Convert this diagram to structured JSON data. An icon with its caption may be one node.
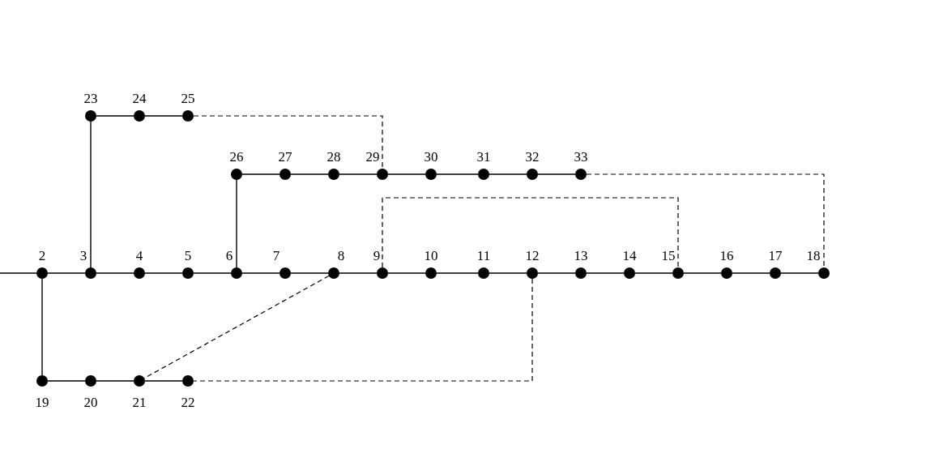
{
  "diagram": {
    "nodes": [
      {
        "text": [
          "2"
        ]
      },
      {
        "text": [
          "3"
        ]
      },
      {
        "text": [
          "4"
        ]
      },
      {
        "text": [
          "5"
        ]
      },
      {
        "text": [
          "6"
        ]
      },
      {
        "text": [
          "7"
        ]
      },
      {
        "text": [
          "8"
        ]
      },
      {
        "text": [
          "9"
        ]
      },
      {
        "text": [
          "10"
        ]
      },
      {
        "text": [
          "11"
        ]
      },
      {
        "text": [
          "12"
        ]
      },
      {
        "text": [
          "13"
        ]
      },
      {
        "text": [
          "14"
        ]
      },
      {
        "text": [
          "15"
        ]
      },
      {
        "text": [
          "16"
        ]
      },
      {
        "text": [
          "17"
        ]
      },
      {
        "text": [
          "18"
        ]
      },
      {
        "text": [
          "19"
        ]
      },
      {
        "text": [
          "20"
        ]
      },
      {
        "text": [
          "21"
        ]
      },
      {
        "text": [
          "22"
        ]
      },
      {
        "text": [
          "23"
        ]
      },
      {
        "text": [
          "24"
        ]
      },
      {
        "text": [
          "25"
        ]
      },
      {
        "text": [
          "26"
        ]
      },
      {
        "text": [
          "27"
        ]
      },
      {
        "text": [
          "28"
        ]
      },
      {
        "text": [
          "29"
        ]
      },
      {
        "text": [
          "30"
        ]
      },
      {
        "text": [
          "31"
        ]
      },
      {
        "text": [
          "32"
        ]
      },
      {
        "text": [
          "33"
        ]
      }
    ],
    "edges": [
      {
        "from": null,
        "to": 0,
        "arrow": "none"
      },
      {
        "from": 0,
        "to": 1,
        "arrow": "none"
      },
      {
        "from": 1,
        "to": 2,
        "arrow": "none"
      },
      {
        "from": 2,
        "to": 3,
        "arrow": "none"
      },
      {
        "from": 3,
        "to": 4,
        "arrow": "none"
      },
      {
        "from": 4,
        "to": 5,
        "arrow": "none"
      },
      {
        "from": 5,
        "to": 6,
        "arrow": "none"
      },
      {
        "from": 6,
        "to": 7,
        "arrow": "none"
      },
      {
        "from": 7,
        "to": 8,
        "arrow": "none"
      },
      {
        "from": 8,
        "to": 9,
        "arrow": "none"
      },
      {
        "from": 9,
        "to": 10,
        "arrow": "none"
      },
      {
        "from": 10,
        "to": 11,
        "arrow": "none"
      },
      {
        "from": 11,
        "to": 12,
        "arrow": "none"
      },
      {
        "from": 12,
        "to": 13,
        "arrow": "none"
      },
      {
        "from": 13,
        "to": 14,
        "arrow": "none"
      },
      {
        "from": 14,
        "to": 15,
        "arrow": "none"
      },
      {
        "from": 15,
        "to": 16,
        "arrow": "none"
      },
      {
        "from": 0,
        "to": 17,
        "arrow": "none"
      },
      {
        "from": 17,
        "to": 18,
        "arrow": "none"
      },
      {
        "from": 18,
        "to": 19,
        "arrow": "none"
      },
      {
        "from": 19,
        "to": 20,
        "arrow": "none"
      },
      {
        "from": 1,
        "to": 21,
        "arrow": "none"
      },
      {
        "from": 21,
        "to": 22,
        "arrow": "none"
      },
      {
        "from": 22,
        "to": 23,
        "arrow": "none"
      },
      {
        "from": 4,
        "to": 24,
        "arrow": "none"
      },
      {
        "from": 24,
        "to": 25,
        "arrow": "none"
      },
      {
        "from": 25,
        "to": 26,
        "arrow": "none"
      },
      {
        "from": 26,
        "to": 27,
        "arrow": "none"
      },
      {
        "from": 27,
        "to": 28,
        "arrow": "none"
      },
      {
        "from": 28,
        "to": 29,
        "arrow": "none"
      },
      {
        "from": 29,
        "to": 30,
        "arrow": "none"
      },
      {
        "from": 30,
        "to": 31,
        "arrow": "none"
      },
      {
        "from": 23,
        "to": 27,
        "arrow": "none",
        "style": "dashed"
      },
      {
        "from": 31,
        "to": 16,
        "arrow": "none",
        "style": "dashed"
      },
      {
        "from": 7,
        "to": 13,
        "arrow": "none",
        "style": "dashed"
      },
      {
        "from": 6,
        "to": 19,
        "arrow": "none",
        "style": "dashed"
      },
      {
        "from": 10,
        "to": 20,
        "arrow": "none",
        "style": "dashed"
      }
    ]
  }
}
